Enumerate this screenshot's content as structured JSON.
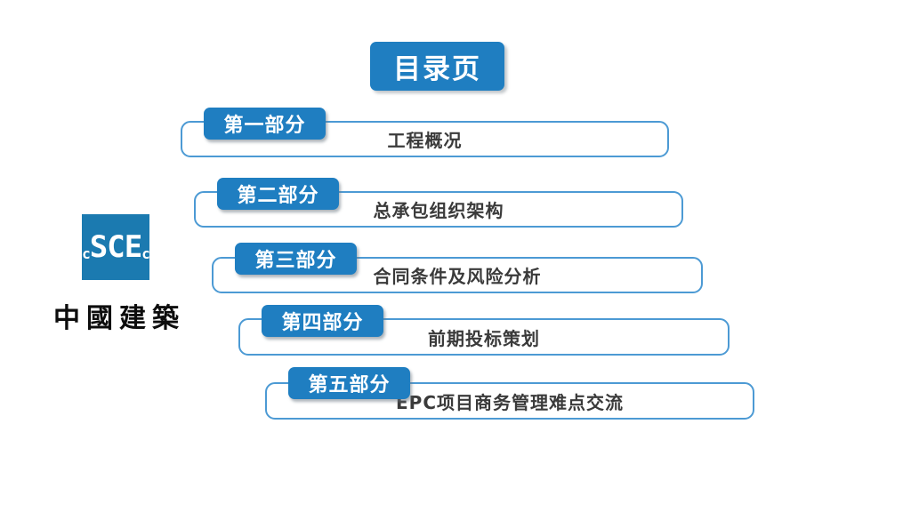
{
  "slide": {
    "title": "目录页",
    "logo": {
      "mono_left": "c",
      "mono_mid": "SCE",
      "mono_right": "c",
      "company": "中國建築",
      "logo_blue": "#1B7AB0"
    },
    "colors": {
      "accent_blue": "#1F7EC1",
      "bar_border_blue": "#4C9AD4",
      "bar_text": "#3A3A3A",
      "background": "#FFFFFF"
    },
    "parts": [
      {
        "badge": "第一部分",
        "title": "工程概况"
      },
      {
        "badge": "第二部分",
        "title": "总承包组织架构"
      },
      {
        "badge": "第三部分",
        "title": "合同条件及风险分析"
      },
      {
        "badge": "第四部分",
        "title": "前期投标策划"
      },
      {
        "badge": "第五部分",
        "title": "EPC项目商务管理难点交流"
      }
    ]
  }
}
